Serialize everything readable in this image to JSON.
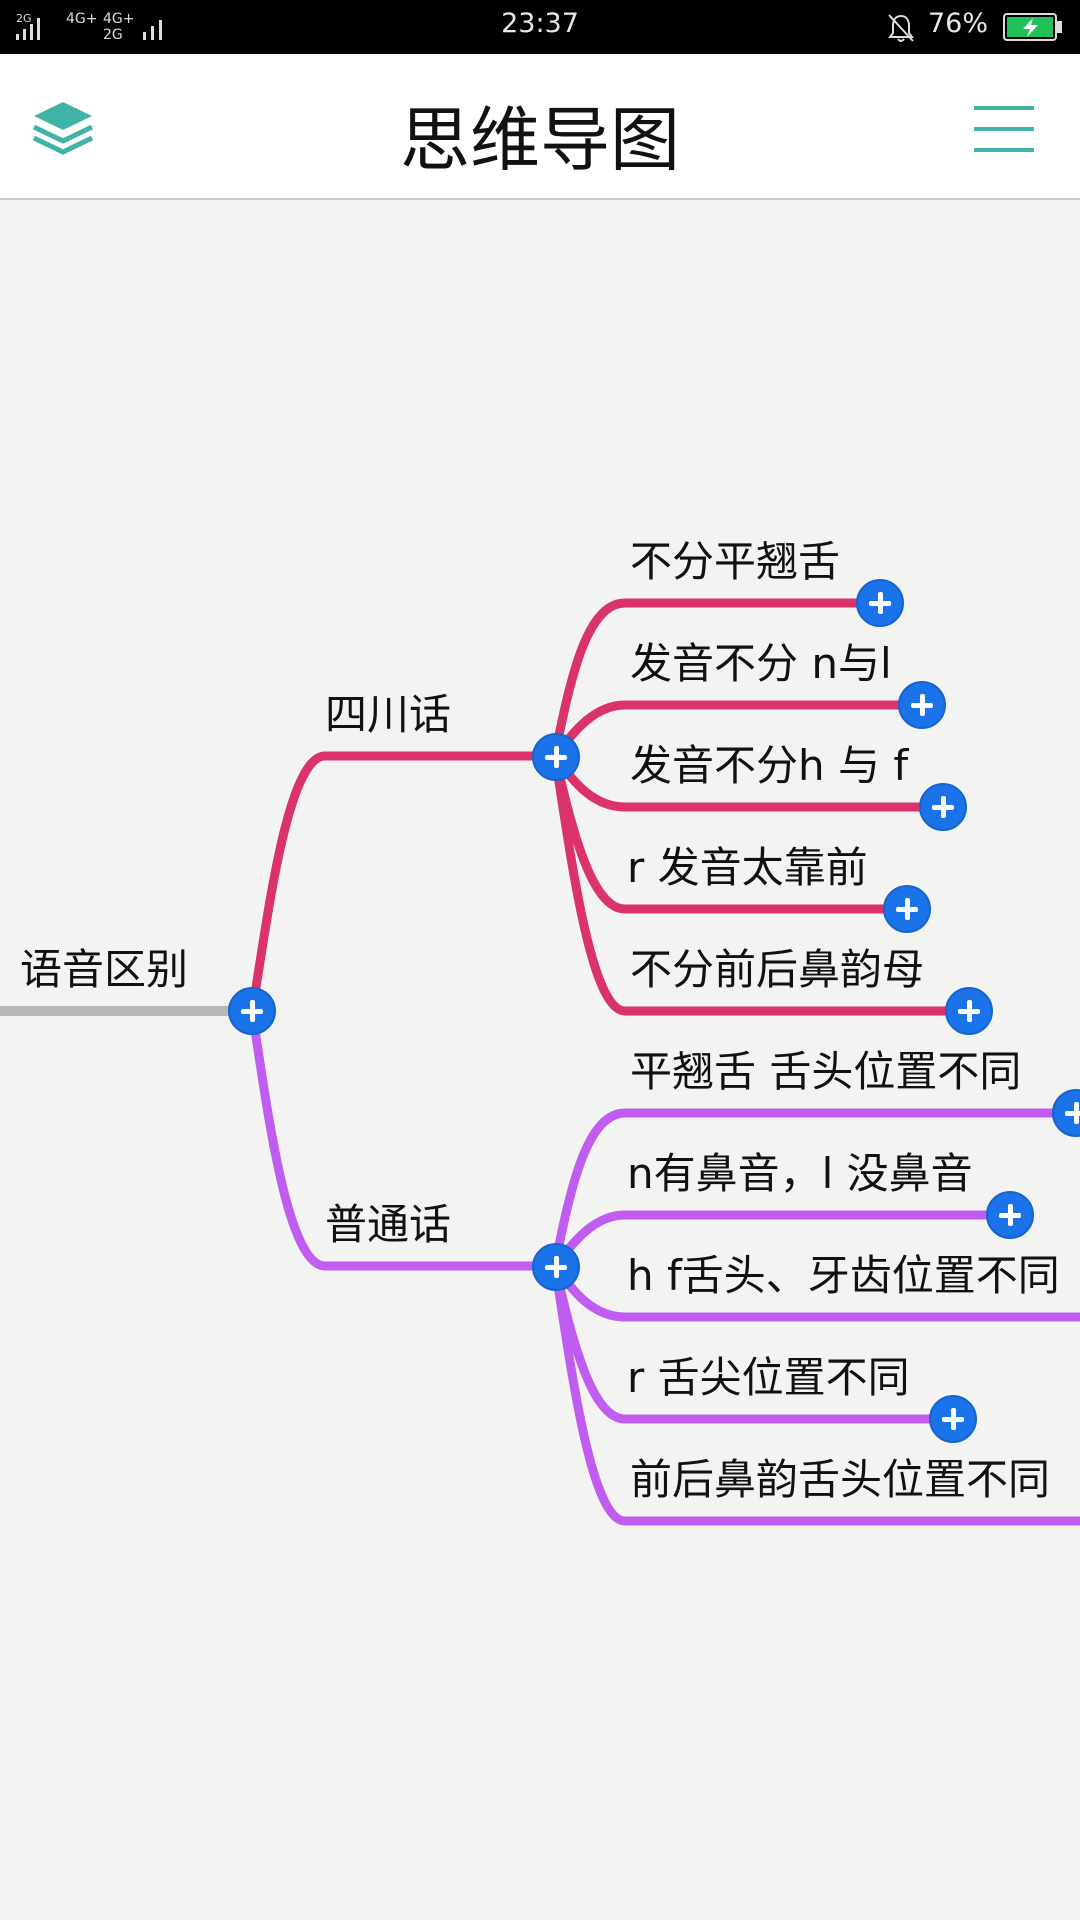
{
  "status_bar": {
    "signal_left": "2G",
    "network_1": "4G+",
    "network_2": "4G+",
    "network_3": "2G",
    "time": "23:37",
    "battery_percent": "76%",
    "icons": [
      "signal-icon",
      "alarm-off-icon",
      "battery-charging-icon"
    ]
  },
  "app_bar": {
    "title": "思维导图",
    "left_icon": "layers-icon",
    "right_icon": "menu-icon",
    "accent_color": "#3fb3a6"
  },
  "mindmap": {
    "root": {
      "label": "语音区别"
    },
    "branches": [
      {
        "label": "四川话",
        "color": "#d93369",
        "children": [
          {
            "label": "不分平翘舌"
          },
          {
            "label": "发音不分 n与l"
          },
          {
            "label": "发音不分h 与 f"
          },
          {
            "label": "r 发音太靠前"
          },
          {
            "label": "不分前后鼻韵母"
          }
        ]
      },
      {
        "label": "普通话",
        "color": "#c15cf0",
        "children": [
          {
            "label": "平翘舌 舌头位置不同"
          },
          {
            "label": "n有鼻音，l 没鼻音"
          },
          {
            "label": "h f舌头、牙齿位置不同"
          },
          {
            "label": "r 舌尖位置不同"
          },
          {
            "label": "前后鼻韵舌头位置不同"
          }
        ]
      }
    ],
    "root_line_color": "#b8b8b8",
    "expand_button_color": "#1a73e8"
  }
}
